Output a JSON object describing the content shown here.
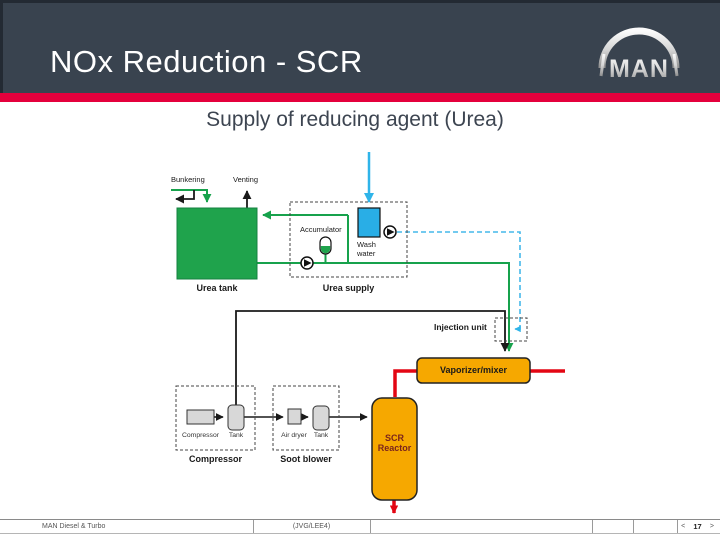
{
  "slide": {
    "title": "NOx Reduction - SCR",
    "subtitle": "Supply of reducing agent (Urea)",
    "logo_text": "MAN"
  },
  "colors": {
    "header_navy": "#39434f",
    "accent_stripe_red": "#e4003c",
    "pipe_green": "#17a24c",
    "tank_green": "#1fa34c",
    "water_blue": "#29aee6",
    "dashed_blue": "#45b8ea",
    "equipment_orange": "#f6a800",
    "exhaust_red": "#e30613",
    "component_gray": "#d8d8d8"
  },
  "diagram": {
    "labels": {
      "bunkering": "Bunkering",
      "venting": "Venting",
      "urea_tank": "Urea tank",
      "urea_supply": "Urea supply",
      "accumulator": "Accumulator",
      "wash_water_line1": "Wash",
      "wash_water_line2": "water",
      "injection_unit": "Injection unit",
      "vaporizer": "Vaporizer/mixer",
      "scr_line1": "SCR",
      "scr_line2": "Reactor",
      "compressor_group": "Compressor",
      "soot_blower_group": "Soot blower",
      "compressor_unit": "Compressor",
      "tank": "Tank",
      "air_dryer": "Air dryer"
    }
  },
  "footer": {
    "company": "MAN Diesel & Turbo",
    "author": "(JVG/LEE4)",
    "prev": "<",
    "page": "17",
    "next": ">"
  }
}
